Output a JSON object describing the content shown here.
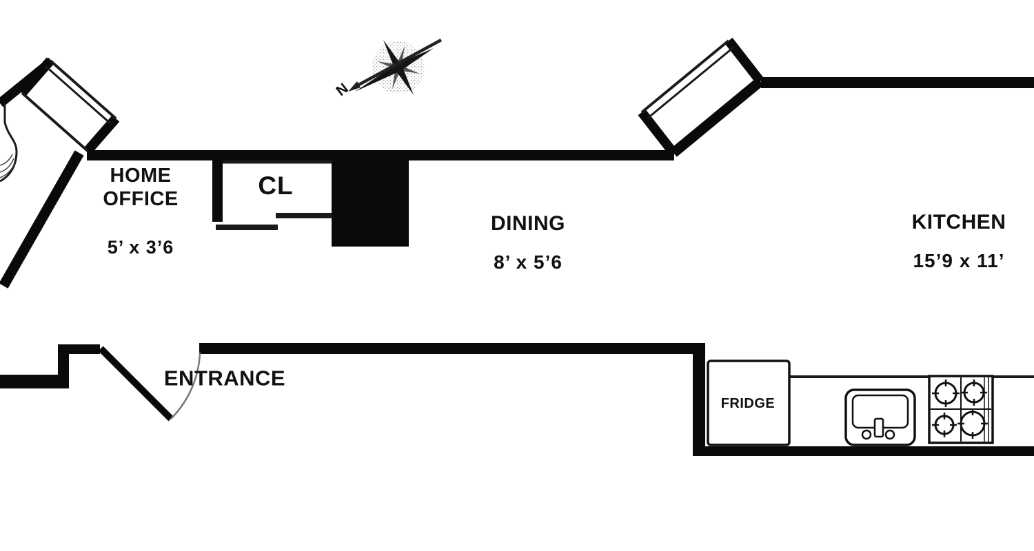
{
  "labels": {
    "home_office_name": "HOME\nOFFICE",
    "home_office_dims": "5’ x 3’6",
    "closet": "CL",
    "dining_name": "DINING",
    "dining_dims": "8’ x 5’6",
    "kitchen_name": "KITCHEN",
    "kitchen_dims": "15’9 x 11’",
    "entrance": "ENTRANCE",
    "fridge": "FRIDGE",
    "compass_north": "N"
  },
  "colors": {
    "wall": "#0a0a0a",
    "background": "#ffffff",
    "thin_line": "#1a1a1a",
    "compass_gray": "#555555"
  }
}
